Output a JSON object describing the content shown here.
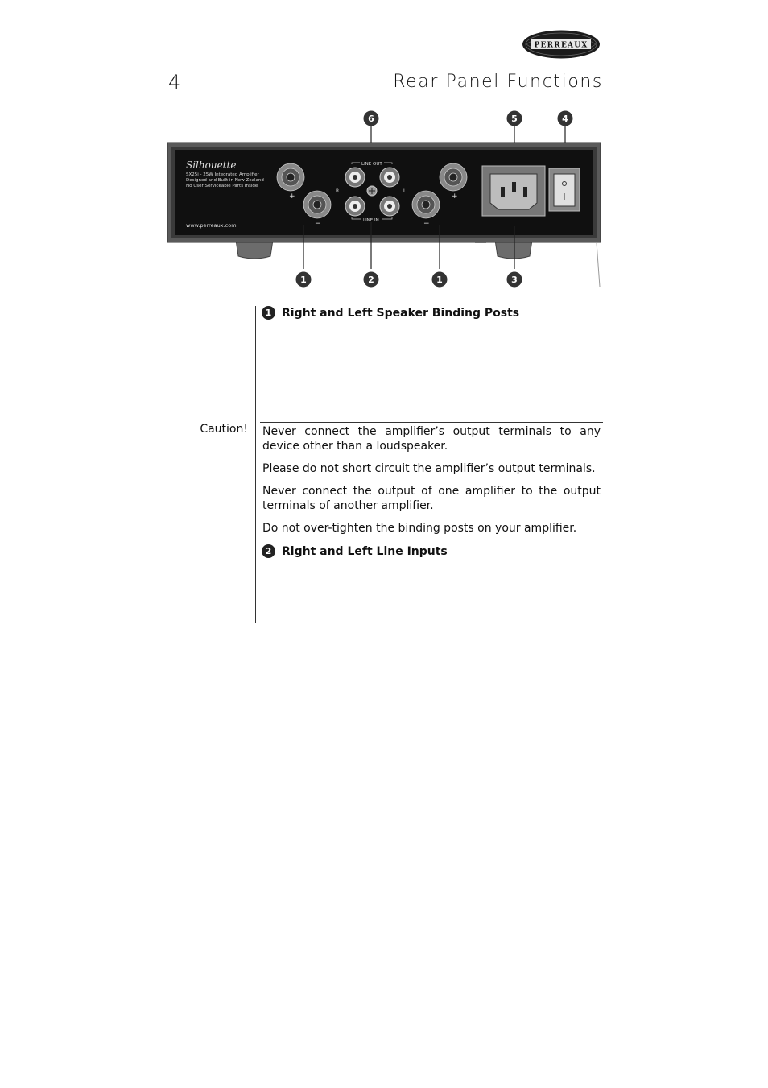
{
  "header": {
    "page_number": "4",
    "title": "Rear Panel Functions",
    "logo_text": "PERREAUX"
  },
  "diagram": {
    "brand_script": "Silhouette",
    "model_line": "SX25i - 25W Integrated Amplifier",
    "origin_line": "Designed and Built in New Zealand",
    "service_line": "No User Serviceable Parts Inside",
    "website": "www.perreaux.com",
    "line_out_label": "LINE OUT",
    "line_in_label": "LINE IN",
    "r_label": "R",
    "l_label": "L",
    "plus_label": "+",
    "minus_label": "−",
    "callouts_top": [
      "6",
      "5",
      "4"
    ],
    "callouts_bottom": [
      "1",
      "2",
      "1",
      "3"
    ]
  },
  "sections": [
    {
      "number": "1",
      "heading": "Right and Left Speaker Binding Posts"
    },
    {
      "number": "2",
      "heading": "Right and Left Line Inputs"
    }
  ],
  "caution": {
    "label": "Caution!",
    "items": [
      "Never connect the amplifier’s output terminals to any device other than a loudspeaker.",
      "Please do not short circuit the amplifier’s output terminals.",
      "Never connect the output of one amplifier to the output terminals of another amplifier.",
      "Do not over-tighten the binding posts on your amplifier."
    ]
  }
}
